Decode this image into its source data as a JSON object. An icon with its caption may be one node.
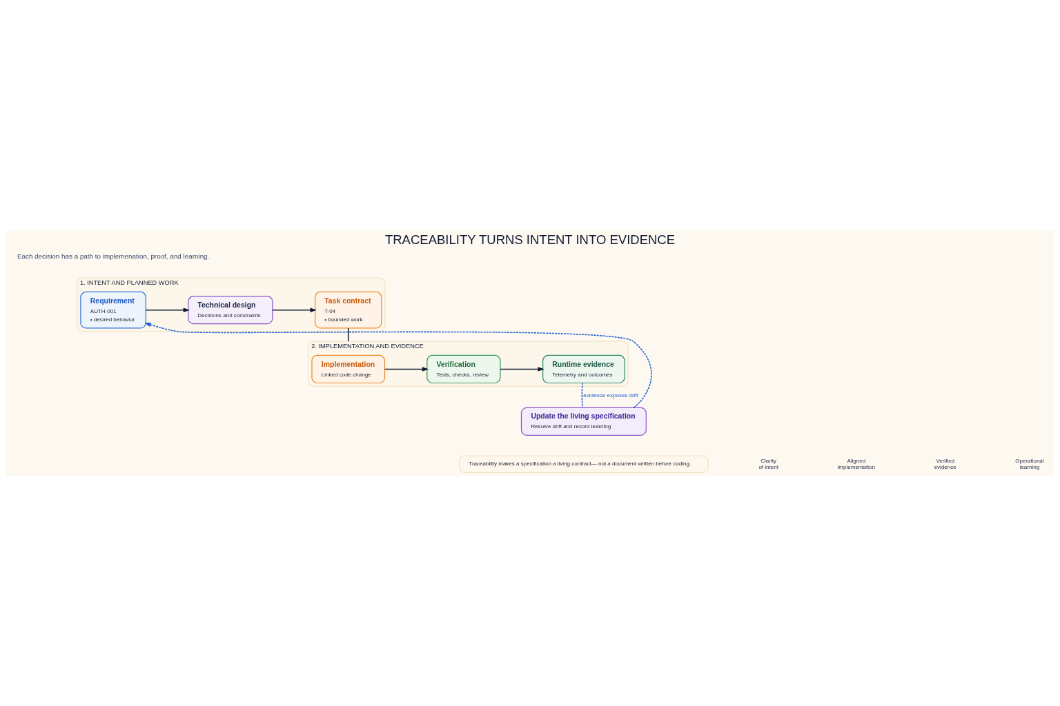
{
  "diagram": {
    "title": "TRACEABILITY TURNS INTENT INTO EVIDENCE",
    "nodes": [
      {
        "text": [
          "1. INTENT AND PLANNED WORK"
        ]
      },
      {
        "text": [
          "Requirement",
          "AUTH-001",
          "• desired behavior"
        ],
        "in": 0
      },
      {
        "text": [
          "Technical design",
          "Decisions and constraints"
        ],
        "in": 0
      },
      {
        "text": [
          "Task contract",
          "T-04",
          "• bounded work"
        ],
        "in": 0
      },
      {
        "text": [
          "2. IMPLEMENTATION AND EVIDENCE"
        ]
      },
      {
        "text": [
          "Implementation",
          "Linked code change"
        ],
        "in": 4
      },
      {
        "text": [
          "Verification",
          "Tests, checks, review"
        ],
        "in": 4
      },
      {
        "text": [
          "Runtime evidence",
          "Telemetry and outcomes"
        ],
        "in": 4
      },
      {
        "text": [
          "Update the living specification",
          "Resolve drift and record learning"
        ]
      },
      {
        "text": [
          "Traceability makes a specification a living contract— not a document written before coding."
        ]
      }
    ],
    "edges": [
      {
        "from": 1,
        "to": 2,
        "arrow": "to"
      },
      {
        "from": 2,
        "to": 3,
        "arrow": "to"
      },
      {
        "from": 3,
        "to": 4,
        "arrow": "none"
      },
      {
        "from": 5,
        "to": 6,
        "arrow": "to"
      },
      {
        "from": 6,
        "to": 7,
        "arrow": "to"
      },
      {
        "from": 7,
        "to": 8,
        "arrow": "none",
        "style": "dashed",
        "color": "#1f5fd1",
        "label": "evidence exposes drift"
      },
      {
        "from": 8,
        "to": 1,
        "arrow": "to",
        "style": "dashed",
        "color": "#1f5fd1"
      }
    ],
    "labels": [
      "Each decision has a path to implemenation, proof, and learning.",
      "Clarity of intent",
      "Aligned implementation",
      "Verified evidence",
      "Operational learning"
    ]
  }
}
